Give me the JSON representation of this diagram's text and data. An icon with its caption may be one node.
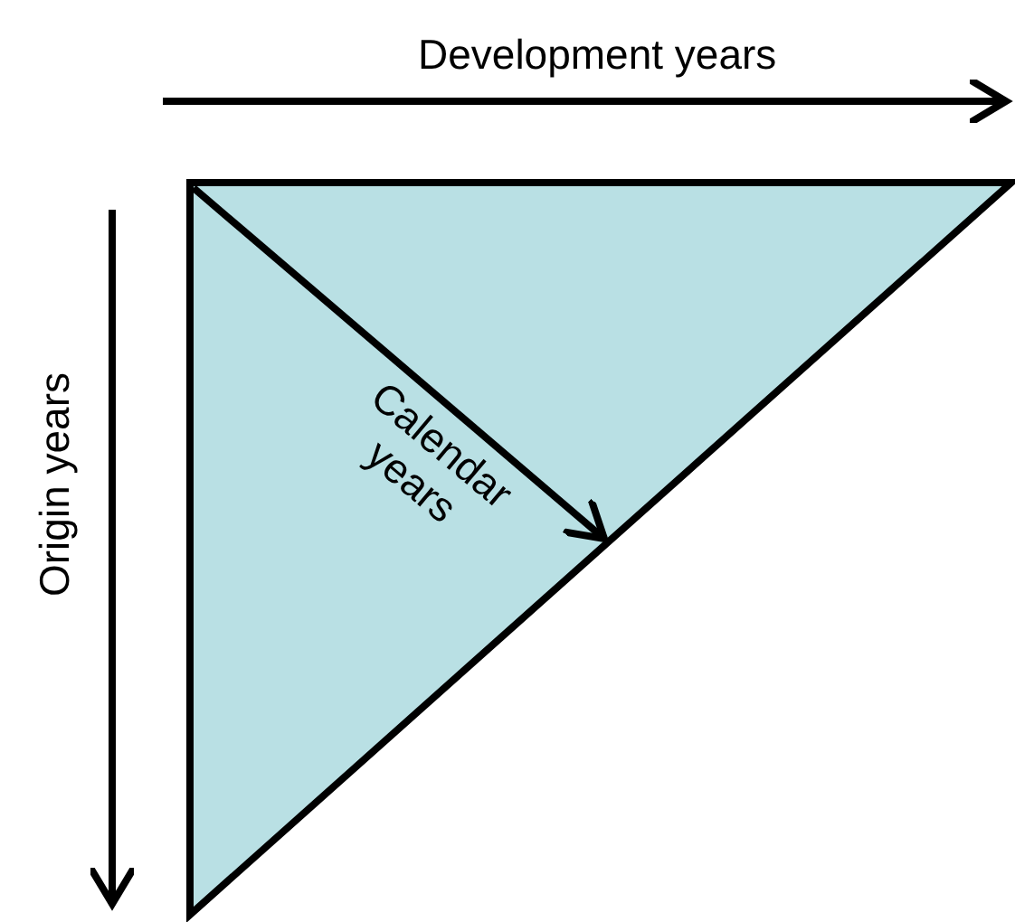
{
  "diagram": {
    "labels": [
      "Development years",
      "Origin years",
      "Calendar years"
    ]
  }
}
